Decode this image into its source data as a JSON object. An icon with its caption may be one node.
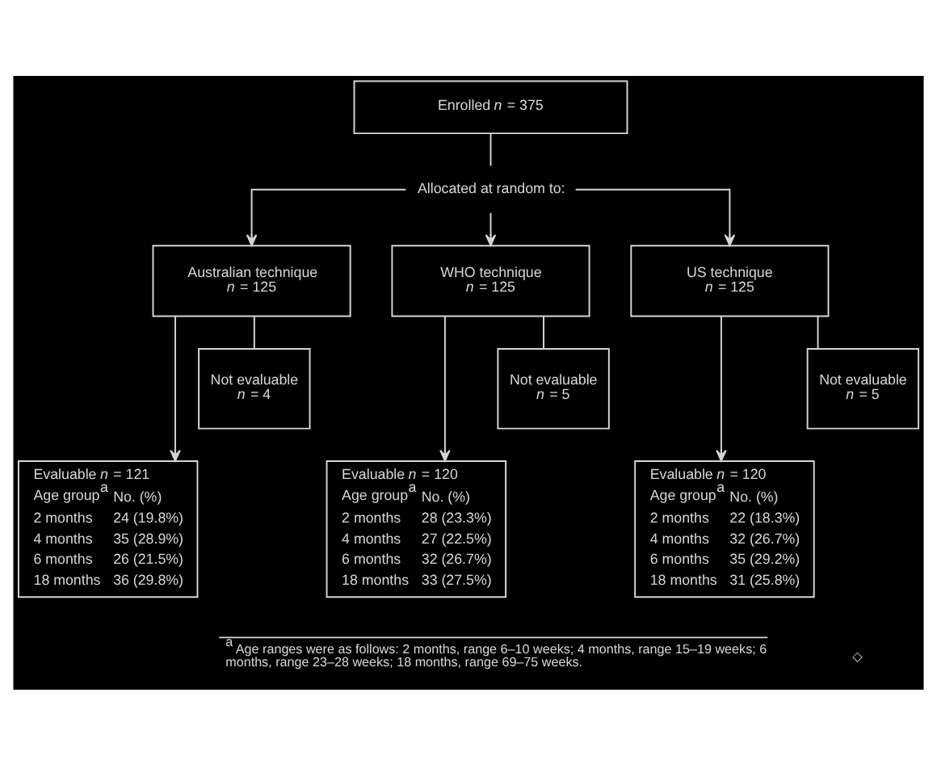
{
  "diagram": {
    "nodes": [
      {
        "text": [
          "Enrolled *n* = 375"
        ]
      },
      {
        "text": [
          "Allocated at random to:"
        ]
      },
      {
        "text": [
          "Australian technique",
          "*n* = 125"
        ]
      },
      {
        "text": [
          "WHO technique",
          "*n* = 125"
        ]
      },
      {
        "text": [
          "US technique",
          "*n* = 125"
        ]
      },
      {
        "text": [
          "Not evaluable",
          "*n* = 4"
        ]
      },
      {
        "text": [
          "Not evaluable",
          "*n* = 5"
        ]
      },
      {
        "text": [
          "Not evaluable",
          "*n* = 5"
        ]
      },
      {
        "text": [
          "Evaluable *n* = 121",
          "Age group$^{a}$",
          "No. (%)",
          "2 months",
          "24 (19.8%)",
          "4 months",
          "35 (28.9%)",
          "6 months",
          "26 (21.5%)",
          "18 months",
          "36 (29.8%)"
        ]
      },
      {
        "text": [
          "Evaluable *n* = 120",
          "Age group$^{a}$",
          "No. (%)",
          "2 months",
          "28 (23.3%)",
          "4 months",
          "27 (22.5%)",
          "6 months",
          "32 (26.7%)",
          "18 months",
          "33 (27.5%)"
        ]
      },
      {
        "text": [
          "Evaluable *n* = 120",
          "Age group$^{a}$",
          "No. (%)",
          "2 months",
          "22 (18.3%)",
          "4 months",
          "32 (26.7%)",
          "6 months",
          "35 (29.2%)",
          "18 months",
          "31 (25.8%)"
        ]
      }
    ],
    "edges": [
      {
        "from": 0,
        "to": 1,
        "arrow": "none"
      },
      {
        "from": 1,
        "to": 2,
        "arrow": "to"
      },
      {
        "from": 1,
        "to": 3,
        "arrow": "to"
      },
      {
        "from": 1,
        "to": 4,
        "arrow": "to"
      },
      {
        "from": 2,
        "to": 8,
        "arrow": "to"
      },
      {
        "from": 2,
        "to": 5,
        "arrow": "none"
      },
      {
        "from": 3,
        "to": 9,
        "arrow": "to"
      },
      {
        "from": 3,
        "to": 6,
        "arrow": "none"
      },
      {
        "from": 4,
        "to": 10,
        "arrow": "to"
      },
      {
        "from": 4,
        "to": 7,
        "arrow": "none"
      }
    ],
    "labels": [
      "$^{a}$ Age ranges were as follows: 2 months, range 6–10 weeks; 4 months, range 15–19 weeks; 6 months, range 23–28 weeks; 18 months, range 69–75 weeks.",
      "◇"
    ]
  }
}
